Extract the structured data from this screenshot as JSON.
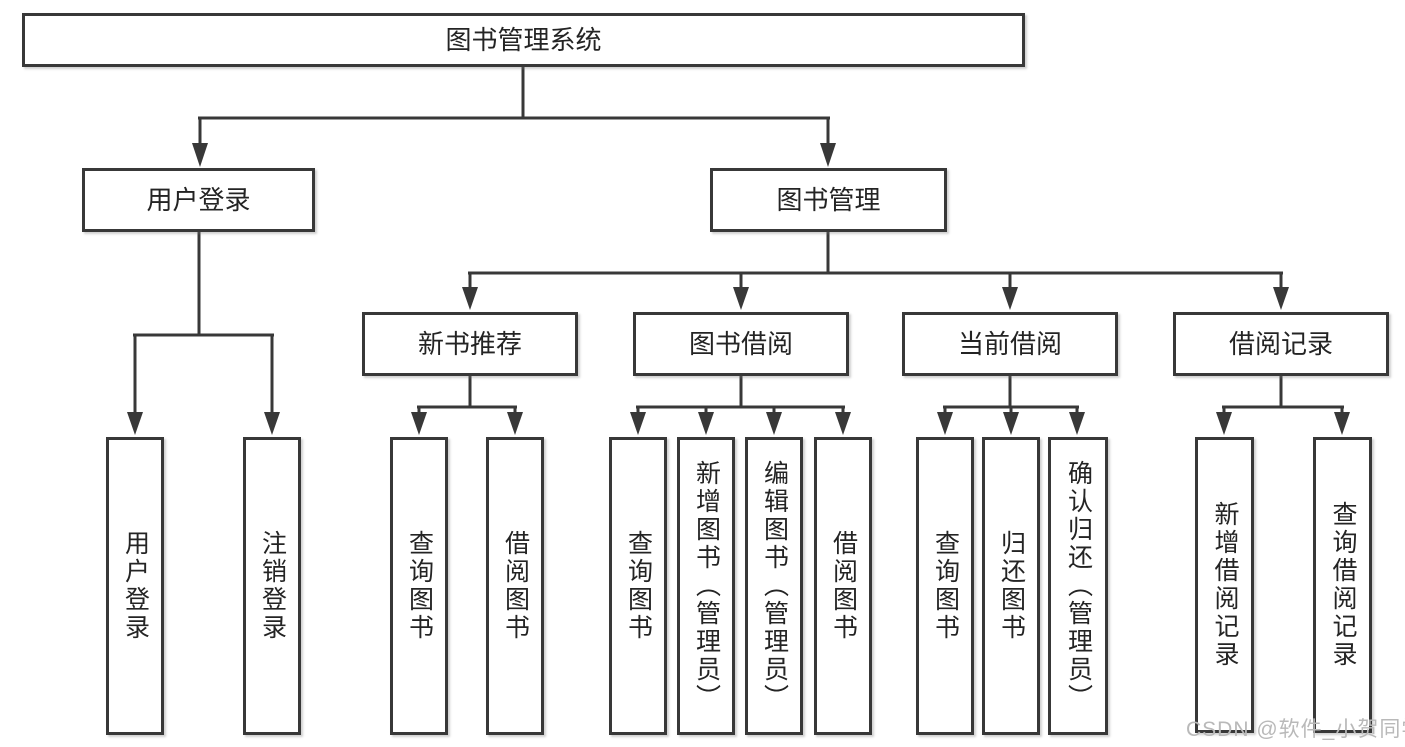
{
  "page": {
    "watermark": "CSDN @软件_小贺同学",
    "colors": {
      "line": "#383838",
      "text": "#242424",
      "box_fill": "#ffffff",
      "watermark": "#b9b9b9",
      "background": "#ffffff"
    }
  },
  "diagram": {
    "type": "hierarchy-tree",
    "root": {
      "label": "图书管理系统"
    },
    "level2": [
      {
        "label": "用户登录",
        "children": [
          {
            "label": "用户登录"
          },
          {
            "label": "注销登录"
          }
        ]
      },
      {
        "label": "图书管理",
        "children": [
          {
            "label": "新书推荐",
            "children": [
              {
                "label": "查询图书"
              },
              {
                "label": "借阅图书"
              }
            ]
          },
          {
            "label": "图书借阅",
            "children": [
              {
                "label": "查询图书"
              },
              {
                "label": "新增图书（管理员）"
              },
              {
                "label": "编辑图书（管理员）"
              },
              {
                "label": "借阅图书"
              }
            ]
          },
          {
            "label": "当前借阅",
            "children": [
              {
                "label": "查询图书"
              },
              {
                "label": "归还图书"
              },
              {
                "label": "确认归还（管理员）"
              }
            ]
          },
          {
            "label": "借阅记录",
            "children": [
              {
                "label": "新增借阅记录"
              },
              {
                "label": "查询借阅记录"
              }
            ]
          }
        ]
      }
    ]
  }
}
